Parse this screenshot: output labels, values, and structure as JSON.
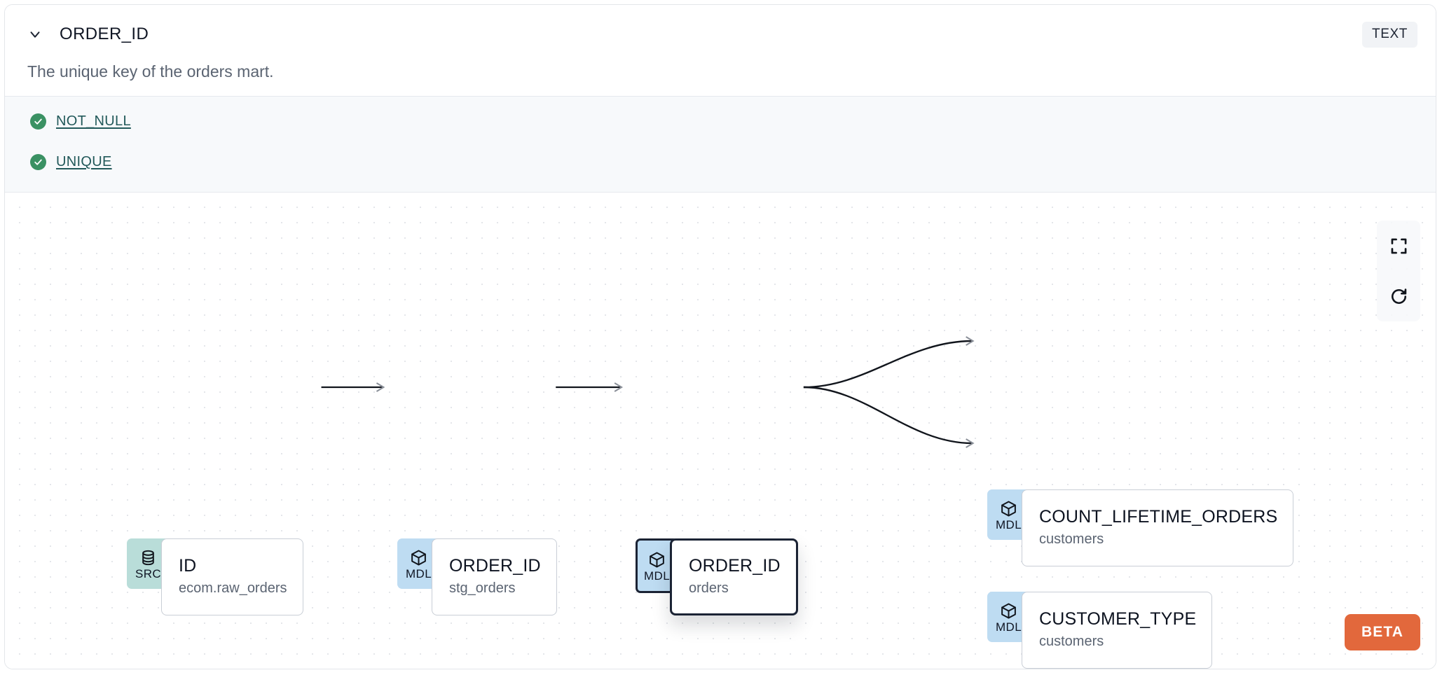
{
  "header": {
    "chevron_icon": "chevron-down-icon",
    "column_name": "ORDER_ID",
    "type_badge": "TEXT",
    "description": "The unique key of the orders mart."
  },
  "tests": [
    {
      "icon": "check-circle-icon",
      "label": "NOT_NULL",
      "status": "passed"
    },
    {
      "icon": "check-circle-icon",
      "label": "UNIQUE",
      "status": "passed"
    }
  ],
  "lineage": {
    "nodes": [
      {
        "id": "src",
        "kind": "SRC",
        "kind_icon": "database-icon",
        "name": "ID",
        "source": "ecom.raw_orders",
        "selected": false
      },
      {
        "id": "stg",
        "kind": "MDL",
        "kind_icon": "cube-icon",
        "name": "ORDER_ID",
        "source": "stg_orders",
        "selected": false
      },
      {
        "id": "sel",
        "kind": "MDL",
        "kind_icon": "cube-icon",
        "name": "ORDER_ID",
        "source": "orders",
        "selected": true
      },
      {
        "id": "count",
        "kind": "MDL",
        "kind_icon": "cube-icon",
        "name": "COUNT_LIFETIME_ORDERS",
        "source": "customers",
        "selected": false
      },
      {
        "id": "custtype",
        "kind": "MDL",
        "kind_icon": "cube-icon",
        "name": "CUSTOMER_TYPE",
        "source": "customers",
        "selected": false
      }
    ],
    "edges": [
      {
        "from": "src",
        "to": "stg",
        "style": "straight"
      },
      {
        "from": "stg",
        "to": "sel",
        "style": "straight"
      },
      {
        "from": "sel",
        "to": "count",
        "style": "bezier"
      },
      {
        "from": "sel",
        "to": "custtype",
        "style": "bezier"
      }
    ]
  },
  "controls": [
    {
      "name": "fit-view",
      "icon": "fullscreen-icon"
    },
    {
      "name": "reset",
      "icon": "refresh-icon"
    }
  ],
  "beta_badge": {
    "label": "BETA"
  },
  "colors": {
    "src_badge": "#b9ddd9",
    "mdl_badge": "#bedcf2",
    "test_pass": "#3a9163",
    "test_link": "#22595a",
    "beta": "#e2683c",
    "selected_border": "#1b2334"
  }
}
